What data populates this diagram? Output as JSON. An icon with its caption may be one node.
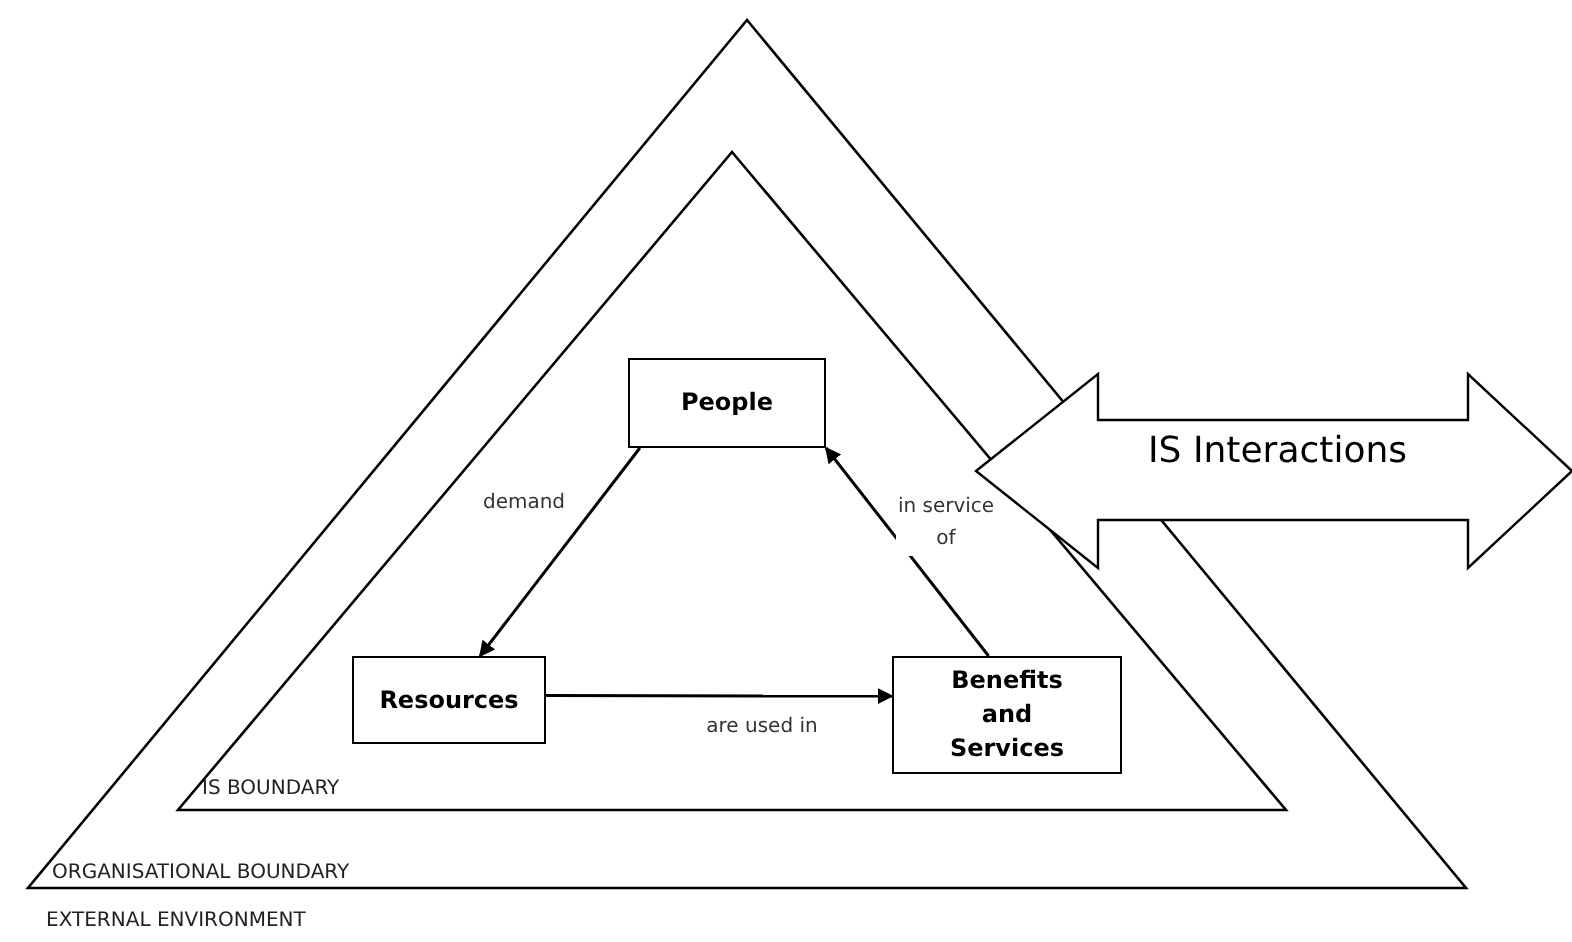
{
  "diagram": {
    "nodes": [
      {
        "text": [
          "ORGANISATIONAL BOUNDARY"
        ]
      },
      {
        "text": [
          "IS BOUNDARY"
        ],
        "in": 0
      },
      {
        "text": [
          "People"
        ],
        "in": 1
      },
      {
        "text": [
          "Resources"
        ],
        "in": 1
      },
      {
        "text": [
          "Benefits and Services"
        ],
        "in": 1
      },
      {
        "text": [
          "IS Interactions"
        ]
      }
    ],
    "edges": [
      {
        "from": 2,
        "to": 3,
        "arrow": "to",
        "label": "demand"
      },
      {
        "from": 3,
        "to": 4,
        "arrow": "to",
        "label": "are used in"
      },
      {
        "from": 4,
        "to": 2,
        "arrow": "to",
        "label": "in service of"
      }
    ],
    "labels": [
      "EXTERNAL ENVIRONMENT"
    ]
  }
}
